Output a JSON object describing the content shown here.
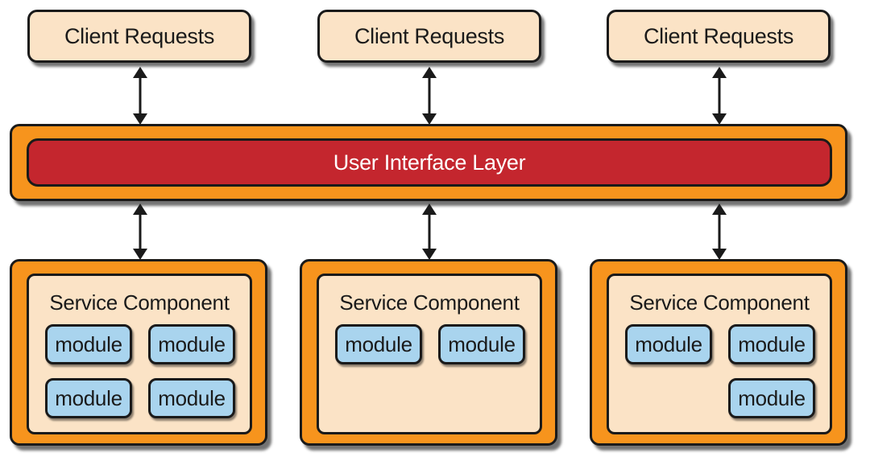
{
  "clients": [
    {
      "label": "Client Requests"
    },
    {
      "label": "Client Requests"
    },
    {
      "label": "Client Requests"
    }
  ],
  "ui_layer": {
    "label": "User Interface Layer"
  },
  "services": [
    {
      "title": "Service Component",
      "modules": [
        "module",
        "module",
        "module",
        "module"
      ]
    },
    {
      "title": "Service Component",
      "modules": [
        "module",
        "module"
      ]
    },
    {
      "title": "Service Component",
      "modules": [
        "module",
        "module",
        "module"
      ]
    }
  ],
  "colors": {
    "outer_orange": "#f7941d",
    "box_peach": "#fbe3c6",
    "layer_red": "#c4262e",
    "module_blue": "#a9d4ee",
    "stroke": "#1a1a1a"
  }
}
